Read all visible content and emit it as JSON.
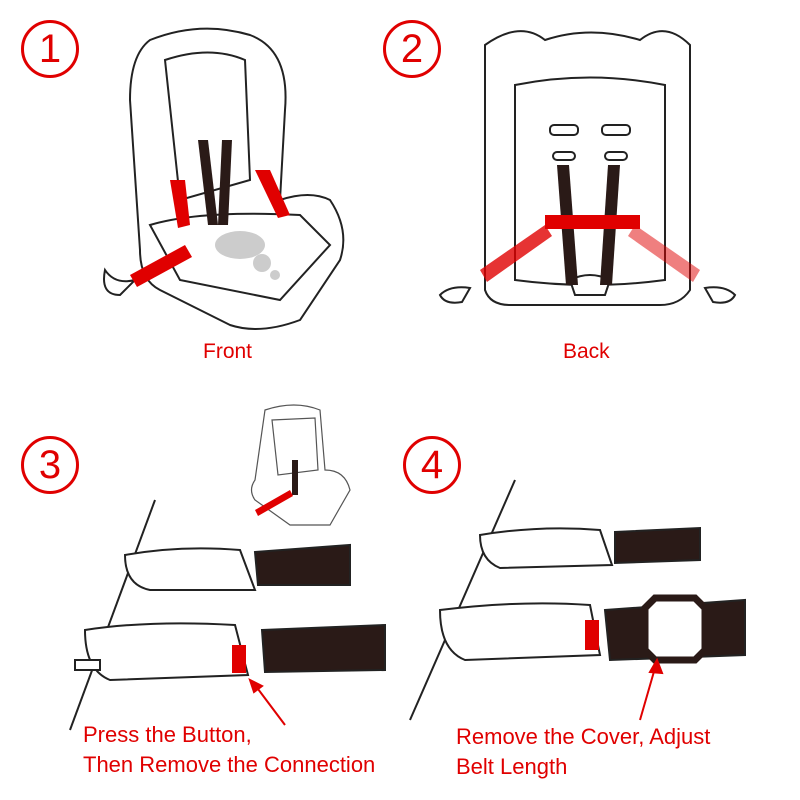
{
  "steps": [
    {
      "number": "1",
      "label": "Front"
    },
    {
      "number": "2",
      "label": "Back"
    },
    {
      "number": "3",
      "caption_line1": "Press the Button,",
      "caption_line2": "Then Remove the Connection"
    },
    {
      "number": "4",
      "caption_line1": "Remove the Cover, Adjust",
      "caption_line2": "Belt Length"
    }
  ],
  "colors": {
    "accent": "#e00000",
    "belt": "#2a1a17",
    "outline": "#222222"
  }
}
